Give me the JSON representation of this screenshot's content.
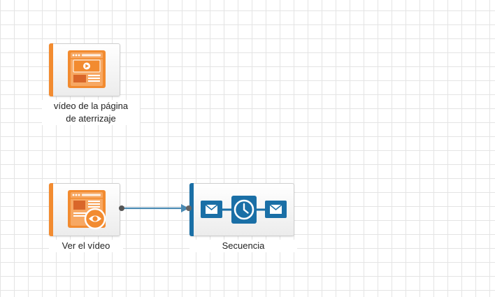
{
  "canvas": {
    "nodes": [
      {
        "id": "landing-video",
        "label": "vídeo de la página\nde aterrizaje",
        "icon": "landing-page-video-icon",
        "accent": "#f28b30"
      },
      {
        "id": "watch-video",
        "label": "Ver el vídeo",
        "icon": "watch-video-eye-icon",
        "accent": "#f28b30"
      },
      {
        "id": "sequence",
        "label": "Secuencia",
        "icon": "email-timer-sequence-icon",
        "accent": "#1a6fa6"
      }
    ],
    "connections": [
      {
        "from": "watch-video",
        "to": "sequence",
        "color": "#4a8ab3"
      }
    ]
  }
}
